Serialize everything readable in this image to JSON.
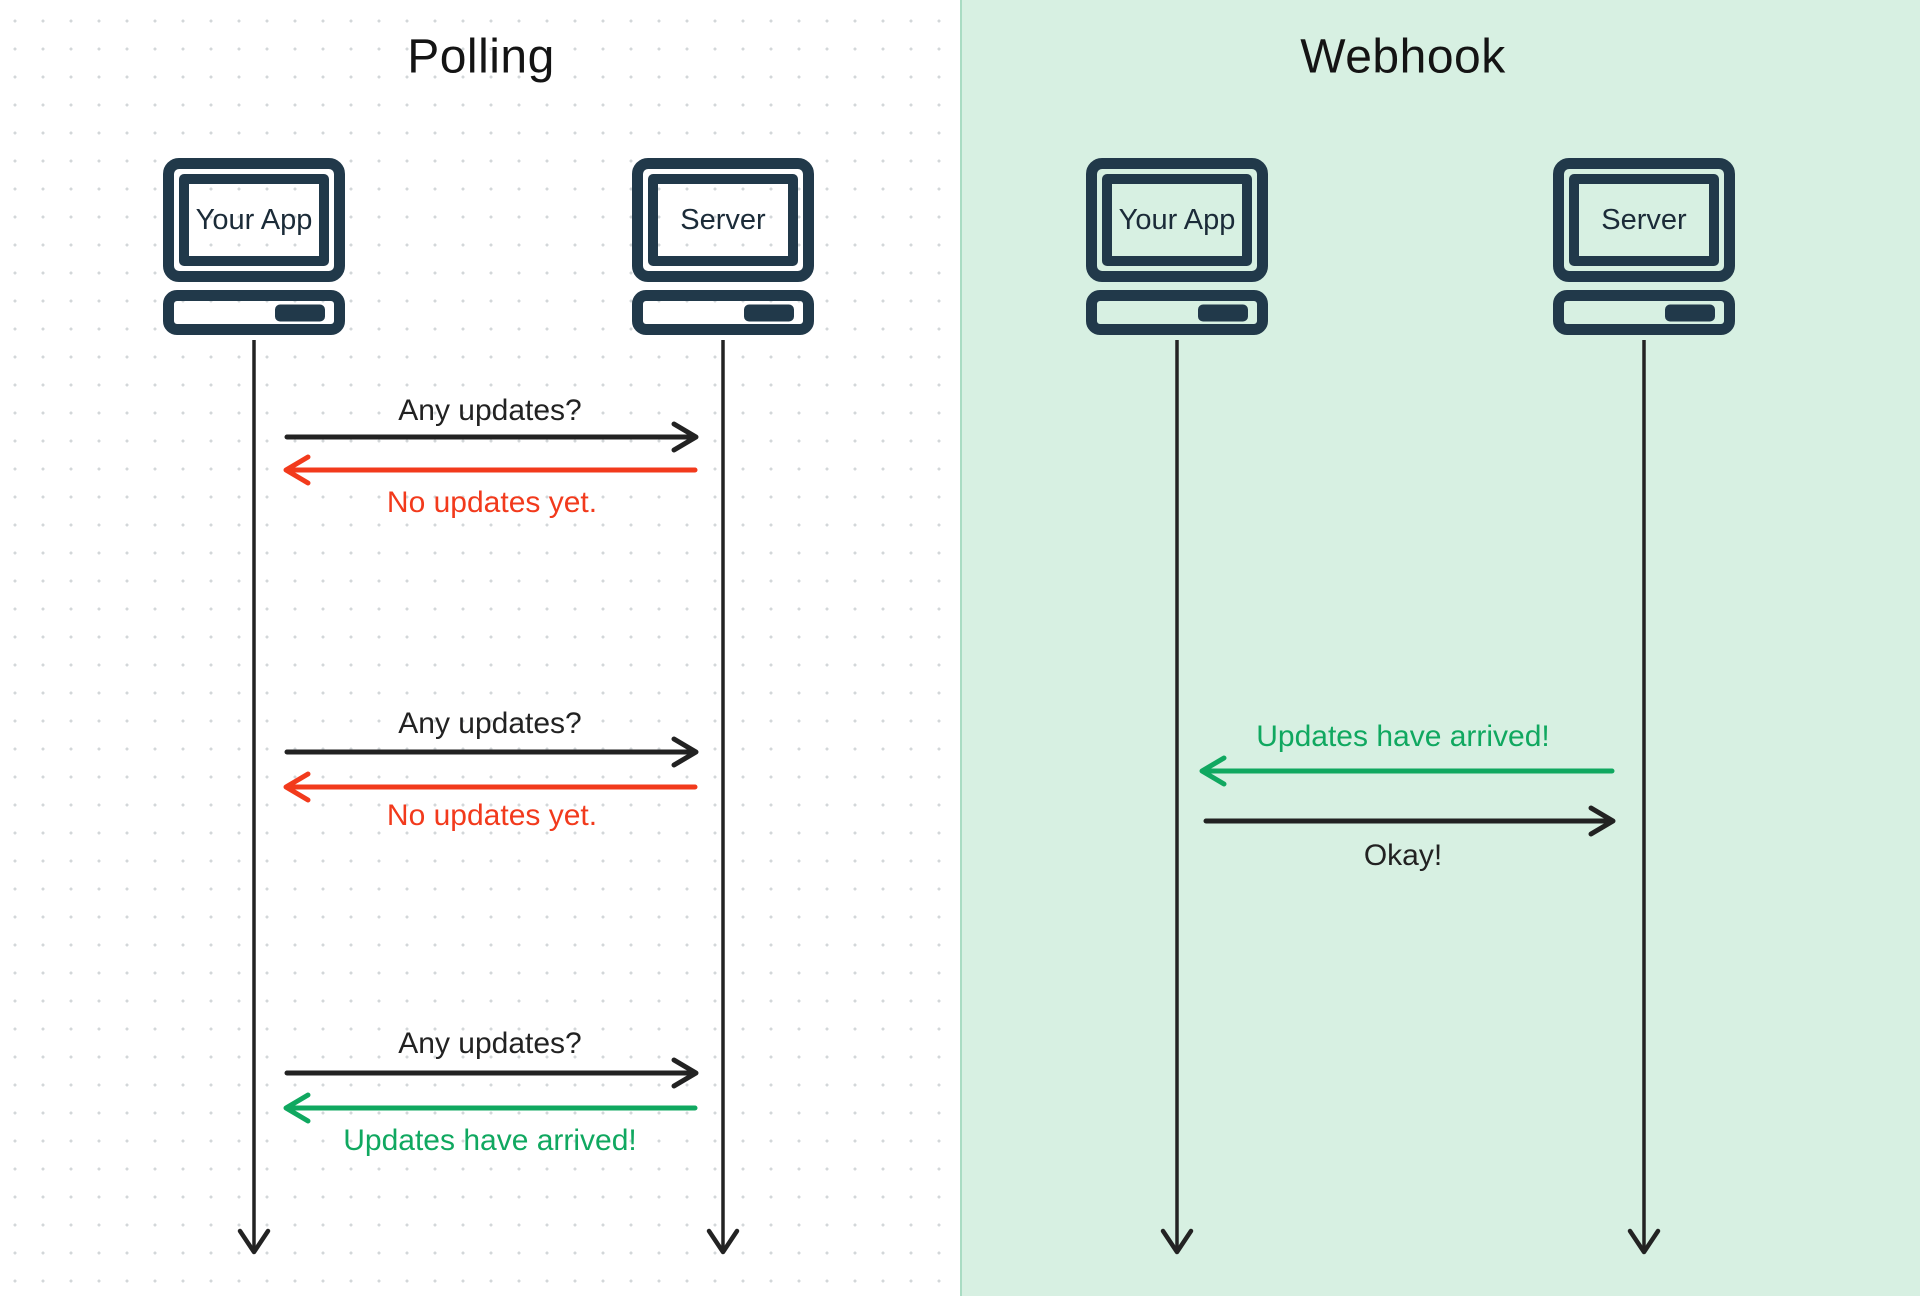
{
  "diagram": {
    "left": {
      "title": "Polling",
      "actors": {
        "client": "Your App",
        "server": "Server"
      },
      "exchanges": [
        {
          "request": "Any updates?",
          "response": "No updates yet."
        },
        {
          "request": "Any updates?",
          "response": "No updates yet."
        },
        {
          "request": "Any updates?",
          "response": "Updates have arrived!"
        }
      ]
    },
    "right": {
      "title": "Webhook",
      "actors": {
        "client": "Your App",
        "server": "Server"
      },
      "notification": "Updates have arrived!",
      "acknowledgement": "Okay!"
    },
    "colors": {
      "request_arrow": "#222222",
      "no_update_red": "#F23A1C",
      "update_green": "#10A860",
      "icon_navy": "#21394A",
      "webhook_background": "#D7F0E2"
    }
  }
}
